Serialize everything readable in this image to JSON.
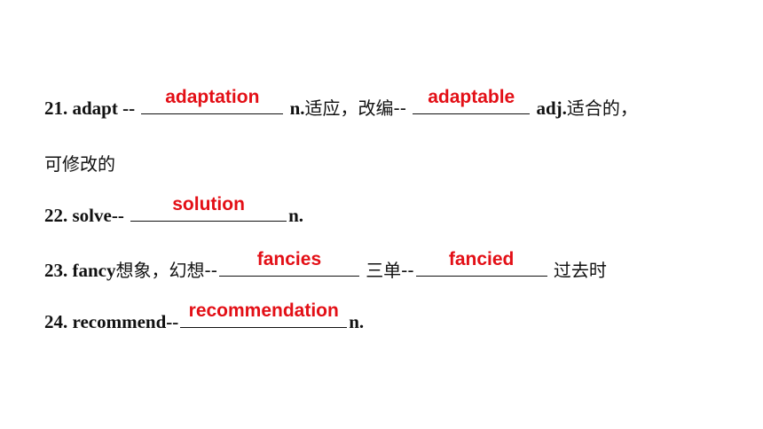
{
  "items": [
    {
      "prefix": "21. adapt --",
      "answer1": "adaptation",
      "middle": "n.",
      "middle_zh": "适应，改编--",
      "answer2": "adaptable",
      "suffix": "adj.",
      "suffix_zh": "适合的，",
      "continuation_zh": "可修改的"
    },
    {
      "prefix": "22. solve--",
      "answer1": "solution",
      "suffix": "n."
    },
    {
      "prefix": "23. fancy",
      "prefix_zh": "想象，幻想--",
      "answer1": "fancies",
      "middle_zh": "三单--",
      "answer2": "fancied",
      "suffix_zh": "过去时"
    },
    {
      "prefix": "24. recommend--",
      "answer1": "recommendation",
      "suffix": "n."
    }
  ]
}
